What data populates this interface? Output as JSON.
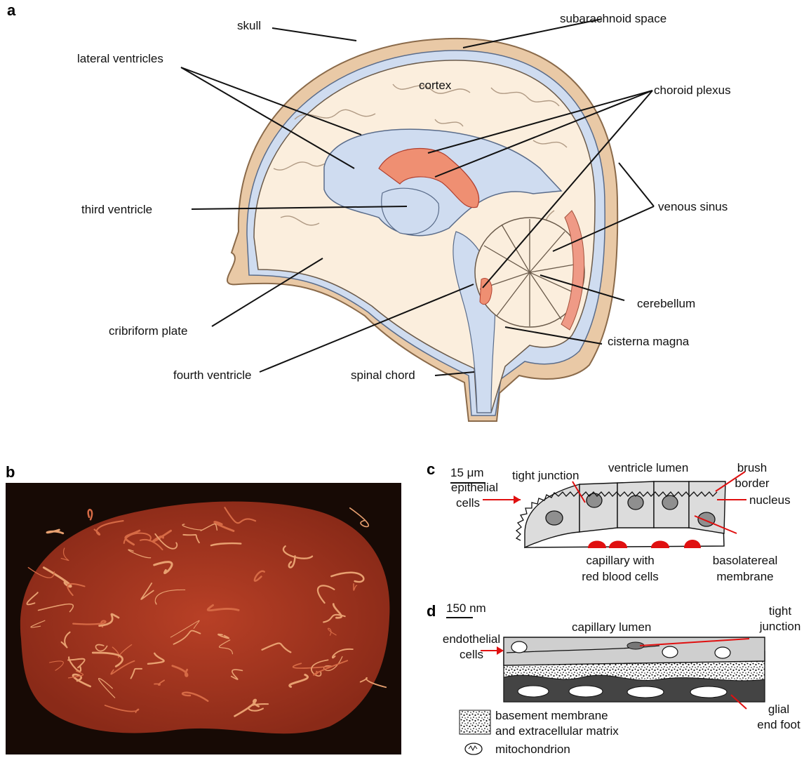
{
  "panels": {
    "a": "a",
    "b": "b",
    "c": "c",
    "d": "d"
  },
  "brain": {
    "skull": "skull",
    "subarachnoid_space": "subarachnoid space",
    "lateral_ventricles": "lateral ventricles",
    "cortex": "cortex",
    "choroid_plexus": "choroid plexus",
    "third_ventricle": "third ventricle",
    "venous_sinus": "venous sinus",
    "cerebellum": "cerebellum",
    "cribriform_plate": "cribriform plate",
    "cisterna_magna": "cisterna magna",
    "fourth_ventricle": "fourth ventricle",
    "spinal_chord": "spinal chord"
  },
  "epithelium": {
    "scale": "15 μm",
    "tight_junction": "tight junction",
    "ventricle_lumen": "ventricle lumen",
    "brush_border_1": "brush",
    "brush_border_2": "border",
    "epithelial_1": "epithelial",
    "epithelial_2": "cells",
    "nucleus": "nucleus",
    "capillary_1": "capillary with",
    "capillary_2": "red blood cells",
    "basolateral_1": "basolatereal",
    "basolateral_2": "membrane"
  },
  "endothelium": {
    "scale": "150 nm",
    "capillary_lumen": "capillary lumen",
    "tight_1": "tight",
    "tight_2": "junction",
    "endothelial_1": "endothelial",
    "endothelial_2": "cells",
    "glial_1": "glial",
    "glial_2": "end foot",
    "legend_bm_1": "basement membrane",
    "legend_bm_2": "and extracellular matrix",
    "legend_mito": "mitochondrion"
  },
  "colors": {
    "skull": "#e9c9a6",
    "brain": "#fbeedd",
    "csf": "#cfdcf0",
    "choroid": "#ef8f72",
    "leader_red": "#e01010",
    "vessels_bg": "#170a05",
    "vessels": "#c8452a"
  }
}
